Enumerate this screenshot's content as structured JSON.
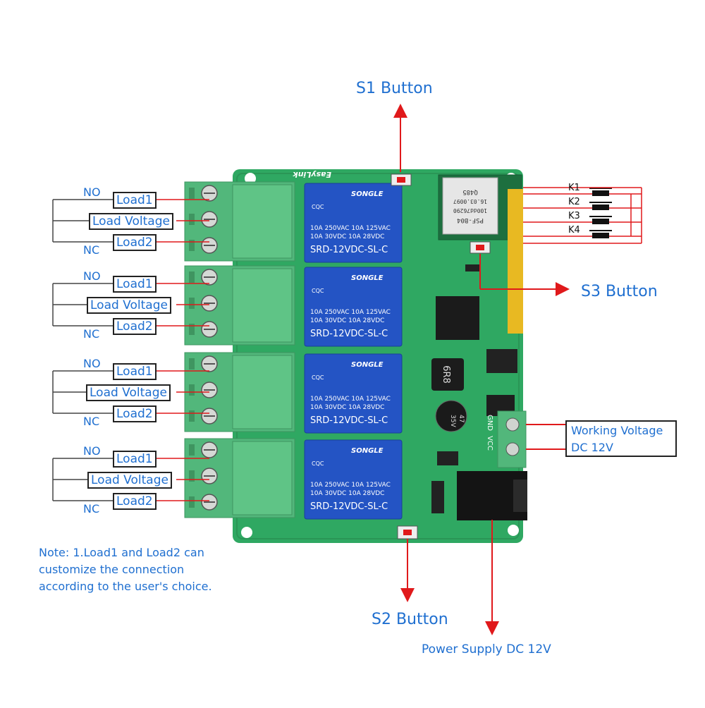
{
  "callouts": {
    "s1": "S1 Button",
    "s2": "S2 Button",
    "s3": "S3 Button",
    "power": "Power Supply DC 12V",
    "working_voltage": [
      "Working Voltage",
      "DC 12V"
    ]
  },
  "terminal_groups": [
    {
      "no": "NO",
      "nc": "NC",
      "load1": "Load1",
      "load_voltage": "Load Voltage",
      "load2": "Load2"
    },
    {
      "no": "NO",
      "nc": "NC",
      "load1": "Load1",
      "load_voltage": "Load Voltage",
      "load2": "Load2"
    },
    {
      "no": "NO",
      "nc": "NC",
      "load1": "Load1",
      "load_voltage": "Load Voltage",
      "load2": "Load2"
    },
    {
      "no": "NO",
      "nc": "NC",
      "load1": "Load1",
      "load_voltage": "Load Voltage",
      "load2": "Load2"
    }
  ],
  "switches": [
    "K1",
    "K2",
    "K3",
    "K4"
  ],
  "relay": {
    "brand": "SONGLE",
    "ratings": [
      "10A 250VAC  10A 125VAC",
      "10A  30VDC  10A  28VDC"
    ],
    "model": "SRD-12VDC-SL-C",
    "cert": "CQC"
  },
  "board": {
    "silkscreen_top": "EasyLink",
    "module_label": [
      "PSF-B04",
      "100dd76290",
      "16.03.0097",
      "Q485"
    ],
    "inductor": "6R8",
    "capacitor": [
      "47",
      "35V"
    ],
    "power_pins": [
      "VCC",
      "GND"
    ]
  },
  "note": [
    "Note: 1.Load1 and Load2 can",
    "customize the connection",
    "according to the user's choice."
  ],
  "colors": {
    "label_blue": "#1f6fd0",
    "arrow_red": "#e0191b",
    "pcb_green": "#2fa862",
    "relay_blue": "#2454c4",
    "terminal_green": "#52b77b"
  }
}
